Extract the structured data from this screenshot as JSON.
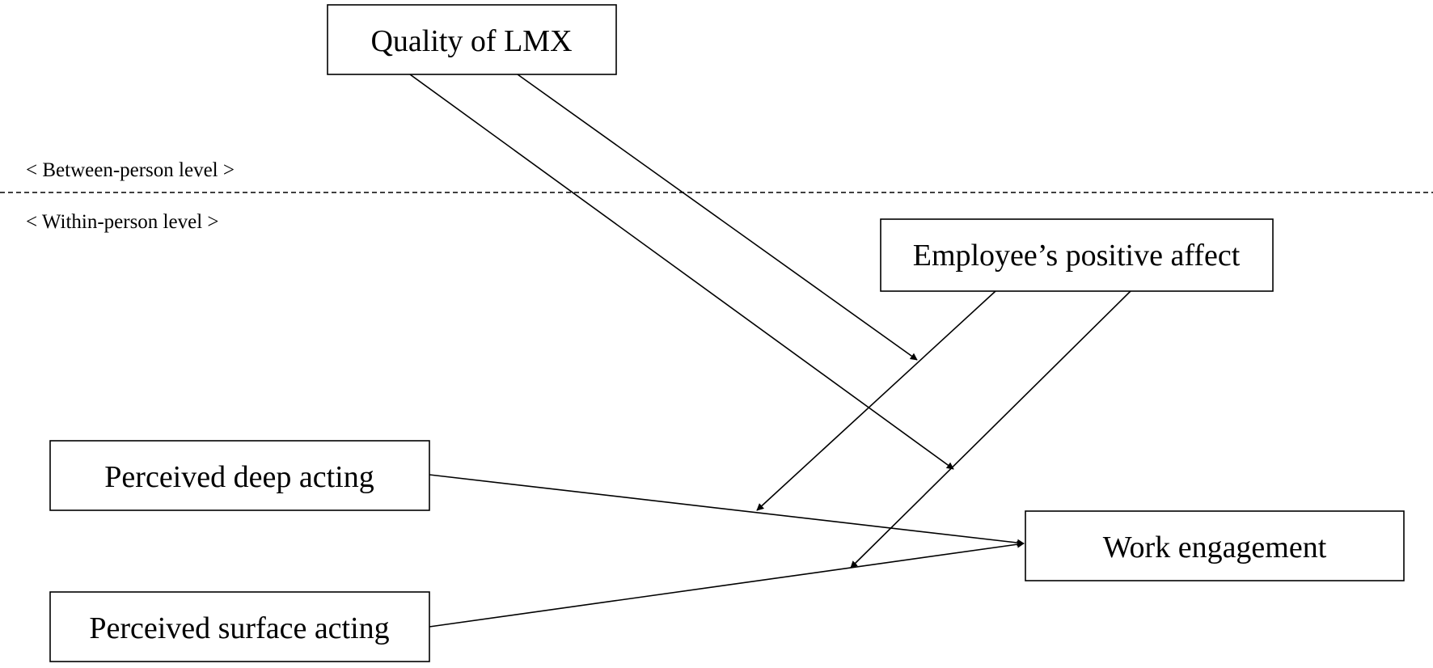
{
  "diagram": {
    "levels": {
      "between": "< Between-person level >",
      "within": "< Within-person level >"
    },
    "nodes": {
      "lmx": "Quality of LMX",
      "positive_affect": "Employee’s positive affect",
      "deep_acting": "Perceived deep acting",
      "surface_acting": "Perceived surface acting",
      "work_engagement": "Work engagement"
    },
    "paths": [
      {
        "from": "deep_acting",
        "to": "work_engagement",
        "type": "direct"
      },
      {
        "from": "surface_acting",
        "to": "work_engagement",
        "type": "direct"
      },
      {
        "from": "positive_affect",
        "to": "deep_acting -> work_engagement",
        "type": "moderation"
      },
      {
        "from": "positive_affect",
        "to": "surface_acting -> work_engagement",
        "type": "moderation"
      },
      {
        "from": "lmx",
        "to": "positive_affect -> deep_acting path",
        "type": "cross-level moderation"
      },
      {
        "from": "lmx",
        "to": "positive_affect -> surface_acting path",
        "type": "cross-level moderation"
      }
    ]
  }
}
